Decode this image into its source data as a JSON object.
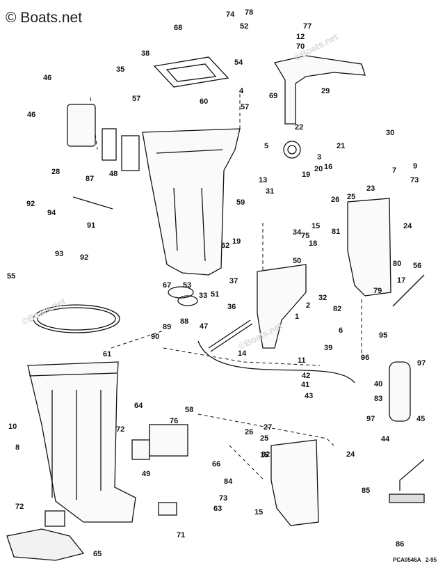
{
  "watermark": "© Boats.net",
  "watermark_faint": "©Boats.net",
  "footer": {
    "code": "PCA0546A",
    "date": "2-95"
  },
  "callouts": [
    "1",
    "2",
    "3",
    "4",
    "5",
    "6",
    "7",
    "8",
    "9",
    "10",
    "11",
    "12",
    "13",
    "14",
    "15",
    "15",
    "15",
    "16",
    "17",
    "18",
    "19",
    "19",
    "20",
    "21",
    "22",
    "23",
    "24",
    "24",
    "25",
    "25",
    "26",
    "26",
    "27",
    "28",
    "29",
    "30",
    "31",
    "32",
    "32",
    "33",
    "34",
    "35",
    "36",
    "37",
    "38",
    "39",
    "40",
    "41",
    "42",
    "43",
    "44",
    "45",
    "46",
    "46",
    "47",
    "48",
    "49",
    "50",
    "51",
    "52",
    "53",
    "54",
    "55",
    "56",
    "57",
    "57",
    "58",
    "59",
    "60",
    "61",
    "62",
    "63",
    "64",
    "65",
    "66",
    "67",
    "68",
    "69",
    "70",
    "71",
    "72",
    "72",
    "73",
    "73",
    "74",
    "75",
    "76",
    "77",
    "78",
    "79",
    "80",
    "81",
    "82",
    "83",
    "84",
    "85",
    "86",
    "87",
    "88",
    "89",
    "90",
    "91",
    "92",
    "92",
    "93",
    "94",
    "95",
    "96",
    "97",
    "97"
  ]
}
